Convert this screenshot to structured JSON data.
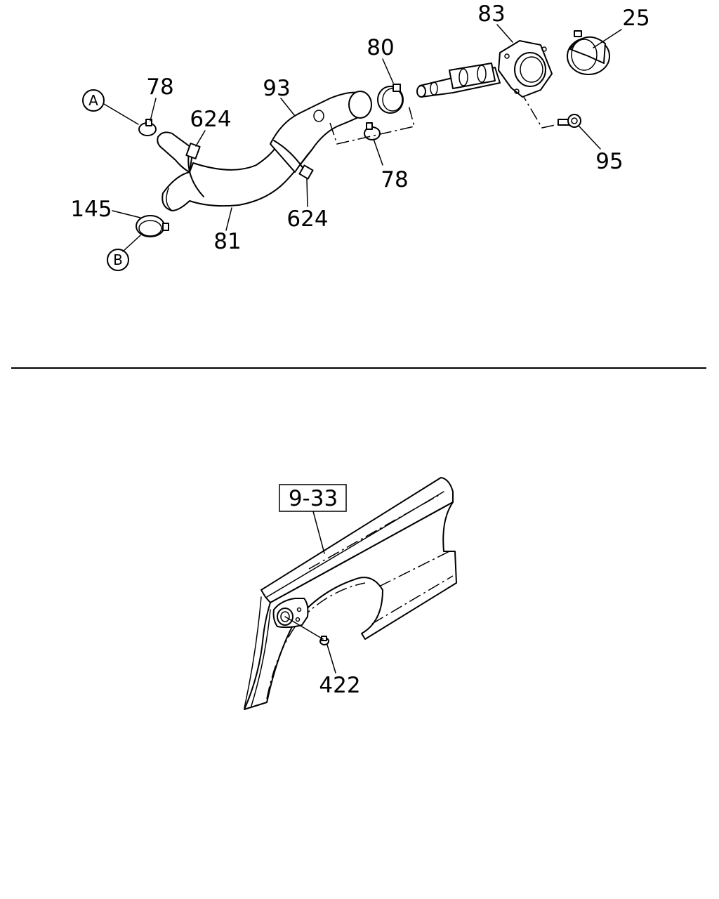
{
  "diagram": {
    "callouts": {
      "c78_top": "78",
      "c624_left": "624",
      "c93": "93",
      "c80": "80",
      "c83": "83",
      "c25": "25",
      "c145": "145",
      "c81": "81",
      "c624_bottom": "624",
      "c78_bottom": "78",
      "c95": "95",
      "c9_33": "9-33",
      "c422": "422"
    },
    "refs": {
      "ref_a": "A",
      "ref_b": "B"
    }
  }
}
